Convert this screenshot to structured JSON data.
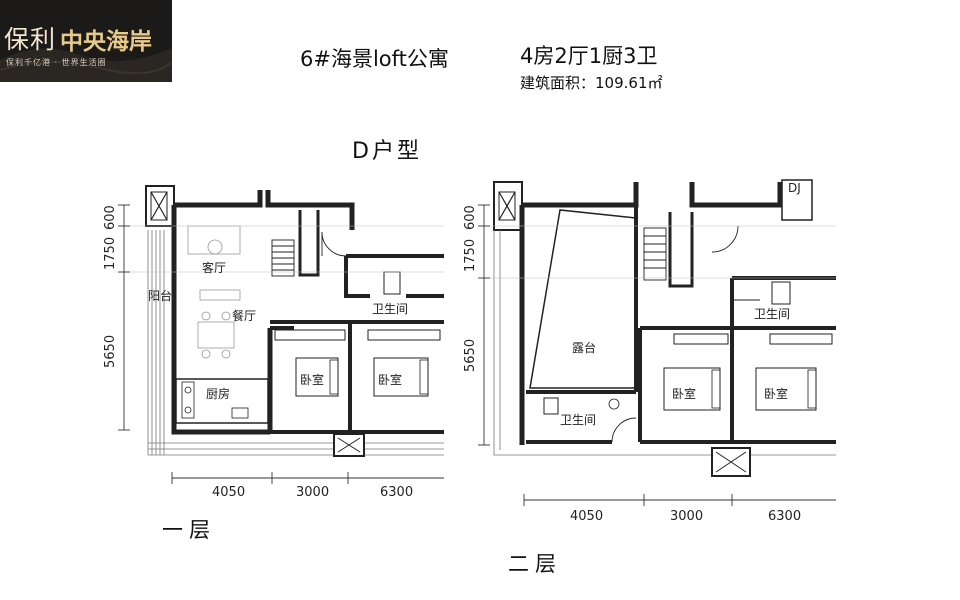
{
  "header": {
    "brand_left": "保利",
    "brand_right": "中央海岸",
    "slogan": "保利千亿港 · 世界生活圈",
    "plan_title": "6#海景loft公寓",
    "layout": "4房2厅1厨3卫",
    "area": "建筑面积：109.61㎡",
    "unit_type": "D户型"
  },
  "floor1": {
    "label": "一层",
    "rooms": {
      "living": "客厅",
      "dining": "餐厅",
      "balcony": "阳台",
      "kitchen": "厨房",
      "bath": "卫生间",
      "bed1": "卧室",
      "bed2": "卧室"
    },
    "vdims": [
      "600",
      "1750",
      "5650"
    ],
    "hdims": [
      "4050",
      "3000",
      "6300"
    ]
  },
  "floor2": {
    "label": "二层",
    "rooms": {
      "terrace": "露台",
      "bath1": "卫生间",
      "bath2": "卫生间",
      "bed1": "卧室",
      "bed2": "卧室",
      "dj": "DJ"
    },
    "vdims": [
      "600",
      "1750",
      "5650"
    ],
    "hdims": [
      "4050",
      "3000",
      "6300"
    ]
  }
}
